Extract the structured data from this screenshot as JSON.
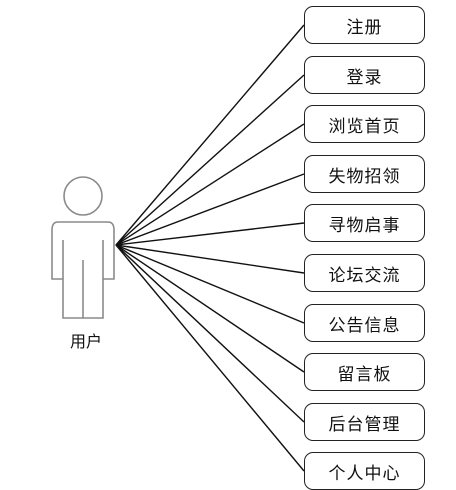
{
  "actor": {
    "label": "用户"
  },
  "use_cases": [
    {
      "label": "注册"
    },
    {
      "label": "登录"
    },
    {
      "label": "浏览首页"
    },
    {
      "label": "失物招领"
    },
    {
      "label": "寻物启事"
    },
    {
      "label": "论坛交流"
    },
    {
      "label": "公告信息"
    },
    {
      "label": "留言板"
    },
    {
      "label": "后台管理"
    },
    {
      "label": "个人中心"
    }
  ]
}
